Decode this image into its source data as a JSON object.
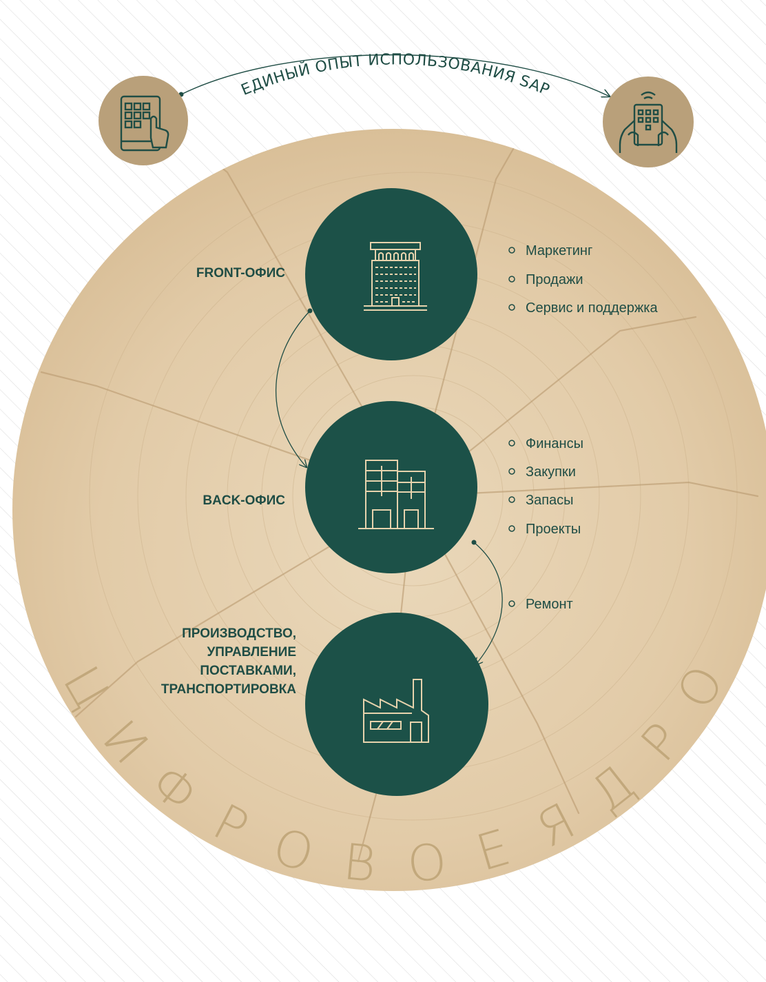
{
  "top_arc": {
    "text": "ЕДИНЫЙ ОПЫТ ИСПОЛЬЗОВАНИЯ SAP"
  },
  "icons": {
    "left": "tablet-touch-icon",
    "right": "handheld-wireless-icon"
  },
  "nodes": [
    {
      "label_lines": [
        "FRONT-ОФИС"
      ],
      "icon": "office-tower-icon",
      "items": [
        "Маркетинг",
        "Продажи",
        "Сервис и поддержка"
      ]
    },
    {
      "label_lines": [
        "BACK-ОФИС"
      ],
      "icon": "office-buildings-icon",
      "items": [
        "Финансы",
        "Закупки",
        "Запасы",
        "Проекты"
      ]
    },
    {
      "label_lines": [
        "ПРОИЗВОДСТВО,",
        "УПРАВЛЕНИЕ",
        "ПОСТАВКАМИ,",
        "ТРАНСПОРТИРОВКА"
      ],
      "icon": "factory-icon",
      "items": []
    }
  ],
  "connector_items": [
    "Ремонт"
  ],
  "core_letters": [
    "Ц",
    "И",
    "Ф",
    "Р",
    "О",
    "В",
    "О",
    "Е",
    "Я",
    "Д",
    "Р",
    "О"
  ],
  "colors": {
    "dark_green": "#1c5148",
    "tan": "#b9a07a",
    "wood": "#e6d2b2",
    "line": "#d8d8d8"
  }
}
